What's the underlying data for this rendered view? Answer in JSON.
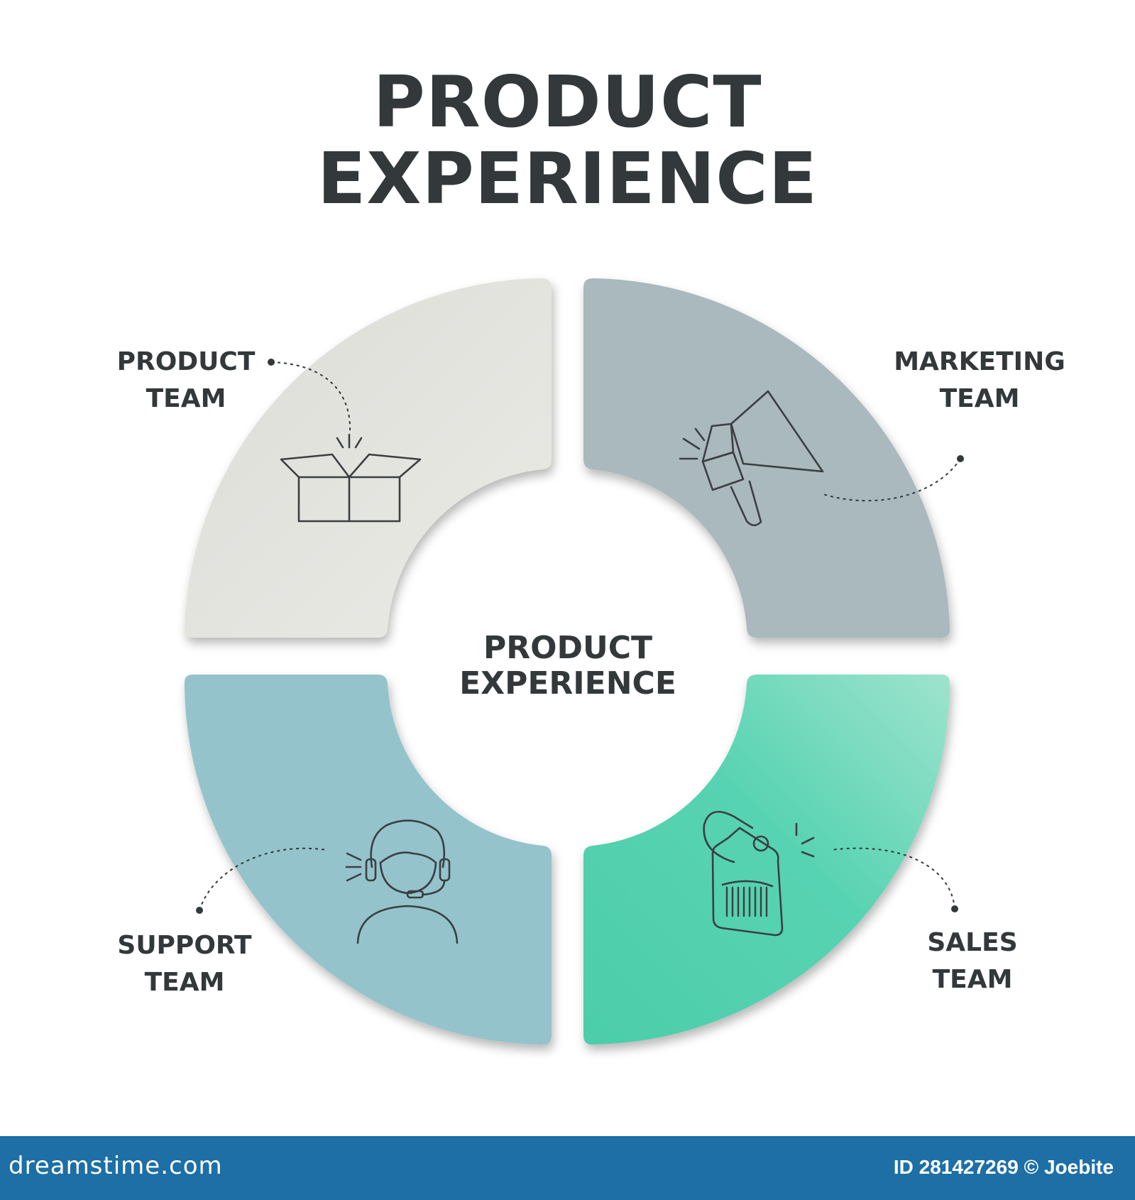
{
  "title": {
    "line1": "PRODUCT",
    "line2": "EXPERIENCE"
  },
  "center": {
    "line1": "PRODUCT",
    "line2": "EXPERIENCE"
  },
  "segments": [
    {
      "line1": "PRODUCT",
      "line2": "TEAM",
      "icon": "open-box-icon",
      "color": "#e2e1dc"
    },
    {
      "line1": "MARKETING",
      "line2": "TEAM",
      "icon": "megaphone-icon",
      "color": "#a9b9be"
    },
    {
      "line1": "SUPPORT",
      "line2": "TEAM",
      "icon": "headset-agent-icon",
      "color": "#94c3cc"
    },
    {
      "line1": "SALES",
      "line2": "TEAM",
      "icon": "price-tag-icon",
      "color": "#57d3b2"
    }
  ],
  "footer": {
    "brand": "dreamstime.com",
    "credit": "ID 281427269 © Joebite"
  }
}
